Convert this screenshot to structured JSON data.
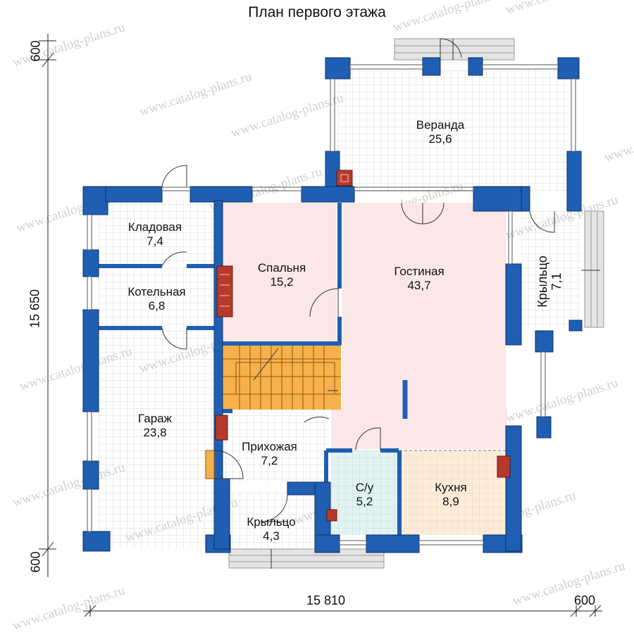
{
  "title": "План первого этажа",
  "rooms": [
    {
      "key": "veranda",
      "name": "Веранда",
      "area": "25,6"
    },
    {
      "key": "storage",
      "name": "Кладовая",
      "area": "7,4"
    },
    {
      "key": "boiler",
      "name": "Котельная",
      "area": "6,8"
    },
    {
      "key": "bedroom",
      "name": "Спальня",
      "area": "15,2"
    },
    {
      "key": "living",
      "name": "Гостиная",
      "area": "43,7"
    },
    {
      "key": "porch_e",
      "name": "Крыльцо",
      "area": "7,1"
    },
    {
      "key": "garage",
      "name": "Гараж",
      "area": "23,8"
    },
    {
      "key": "hall",
      "name": "Прихожая",
      "area": "7,2"
    },
    {
      "key": "bath",
      "name": "С/у",
      "area": "5,2"
    },
    {
      "key": "kitchen",
      "name": "Кухня",
      "area": "8,9"
    },
    {
      "key": "porch_s",
      "name": "Крыльцо",
      "area": "4,3"
    }
  ],
  "dimensions": {
    "height_total": "15 650",
    "width_total": "15 810",
    "offset_top": "600",
    "offset_bottom": "600",
    "offset_right": "600"
  },
  "watermark": "www.catalog-plans.ru",
  "colors": {
    "wall": "#1f5fb3",
    "wall_edge": "#0d2f66",
    "floor": "#ffffff",
    "grid": "#c8c8c8",
    "bedroom_living_floor": "#fbe6e8",
    "stair": "#f7b04a",
    "bath_floor": "#e3f3f3",
    "kitchen_floor": "#fcecd9",
    "stove": "#b53a2b",
    "steps": "#d9d9d9"
  }
}
